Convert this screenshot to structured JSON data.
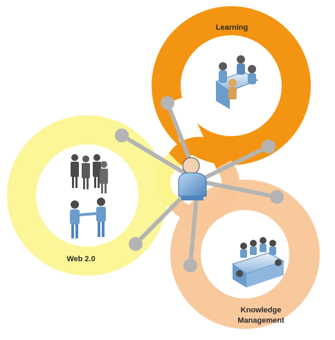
{
  "diagram": {
    "labels": {
      "learning": "Learning",
      "web": "Web 2.0",
      "knowledge_line1": "Knowledge",
      "knowledge_line2": "Management"
    },
    "colors": {
      "learning_ring": "#f39412",
      "web_ring": "#fbf58c",
      "knowledge_ring": "#f8c698",
      "connector": "#b4b4b4",
      "figure": "#6a9ccc"
    },
    "icons": [
      "person-hub-icon",
      "meeting-group-icon",
      "people-group-icon",
      "handshake-icon",
      "conference-table-icon"
    ]
  }
}
